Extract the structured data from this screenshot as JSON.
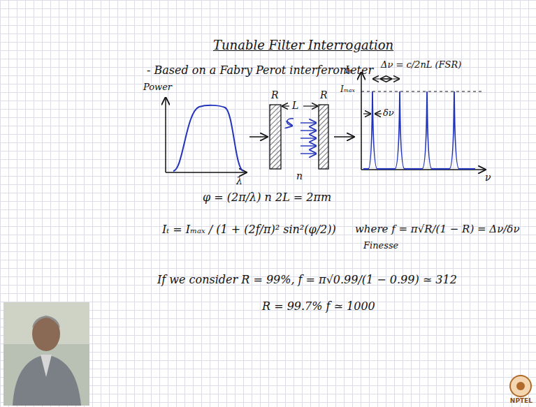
{
  "diagram": {
    "title": "Tunable Filter Interrogation",
    "labels": [
      "- Based on a Fabry Perot interferometer",
      "Power",
      "λ",
      "R",
      "R",
      "L",
      "n",
      "Iₜ",
      "Iₘₐₓ",
      "Δν = c/2nL (FSR)",
      "δν",
      "ν",
      "φ = (2π/λ) n 2L = 2πm",
      "Iₜ = Iₘₐₓ / (1 + (2f/π)² sin²(φ/2))",
      "where f = π√R/(1 − R) = Δν/δν",
      "Finesse",
      "If we consider R = 99%, f = π√0.99/(1 − 0.99) ≃ 312",
      "R = 99.7%  f ≃ 1000",
      "NPTEL"
    ]
  }
}
